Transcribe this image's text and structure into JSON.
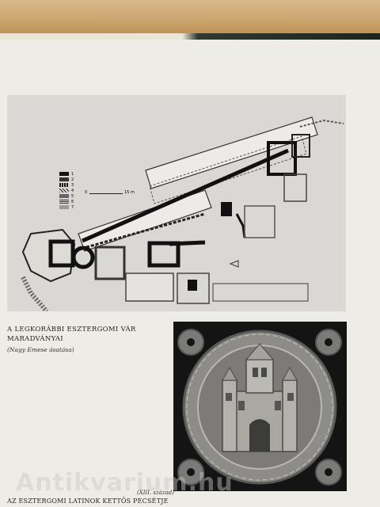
{
  "plan": {
    "legend": [
      "1",
      "2",
      "3",
      "4",
      "5",
      "6",
      "7"
    ],
    "scale_start": "0",
    "scale_end": "15 m"
  },
  "captions": {
    "plan_title_line1": "A LEGKORÁBBI ESZTERGOMI VÁR",
    "plan_title_line2": "MARADVÁNYAI",
    "plan_credit": "(Nagy Emese ásatása)",
    "seal_title": "AZ ESZTERGOMI LATINOK KETTŐS PECSÉTJE",
    "seal_century": "(XIII. század)"
  },
  "watermark": "Antikvarium.hu",
  "colors": {
    "table": "#c9a877",
    "page": "#eeece6",
    "plan_background": "#d9d8d4",
    "seal_background": "#141414",
    "ink": "#222222"
  }
}
